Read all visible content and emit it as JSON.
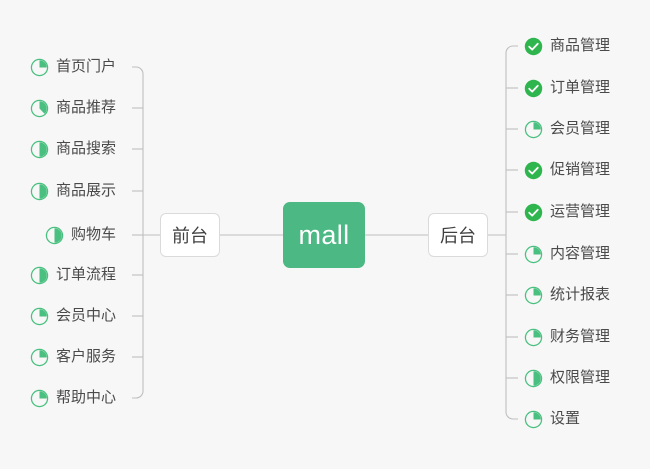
{
  "diagram": {
    "type": "mindmap",
    "title": "mall",
    "background_color": "#f7f7f7",
    "center": {
      "label": "mall",
      "color": "#4cb884",
      "text_color": "#ffffff"
    },
    "branches": [
      {
        "id": "front",
        "label": "前台",
        "side": "left"
      },
      {
        "id": "back",
        "label": "后台",
        "side": "right"
      }
    ],
    "legend": {
      "done_color": "#2eb54d",
      "pending_color": "#49c07f",
      "done_icon": "check-circle-icon",
      "pending_icon": "pie-progress-icon"
    },
    "left_items": [
      {
        "label": "首页门户",
        "status": "pending",
        "progress": 25
      },
      {
        "label": "商品推荐",
        "status": "pending",
        "progress": 38
      },
      {
        "label": "商品搜索",
        "status": "pending",
        "progress": 50
      },
      {
        "label": "商品展示",
        "status": "pending",
        "progress": 50
      },
      {
        "label": "购物车",
        "status": "pending",
        "progress": 50
      },
      {
        "label": "订单流程",
        "status": "pending",
        "progress": 50
      },
      {
        "label": "会员中心",
        "status": "pending",
        "progress": 25
      },
      {
        "label": "客户服务",
        "status": "pending",
        "progress": 25
      },
      {
        "label": "帮助中心",
        "status": "pending",
        "progress": 25
      }
    ],
    "right_items": [
      {
        "label": "商品管理",
        "status": "done",
        "progress": 100
      },
      {
        "label": "订单管理",
        "status": "done",
        "progress": 100
      },
      {
        "label": "会员管理",
        "status": "pending",
        "progress": 25
      },
      {
        "label": "促销管理",
        "status": "done",
        "progress": 100
      },
      {
        "label": "运营管理",
        "status": "done",
        "progress": 100
      },
      {
        "label": "内容管理",
        "status": "pending",
        "progress": 25
      },
      {
        "label": "统计报表",
        "status": "pending",
        "progress": 25
      },
      {
        "label": "财务管理",
        "status": "pending",
        "progress": 25
      },
      {
        "label": "权限管理",
        "status": "pending",
        "progress": 50
      },
      {
        "label": "设置",
        "status": "pending",
        "progress": 25
      }
    ]
  }
}
